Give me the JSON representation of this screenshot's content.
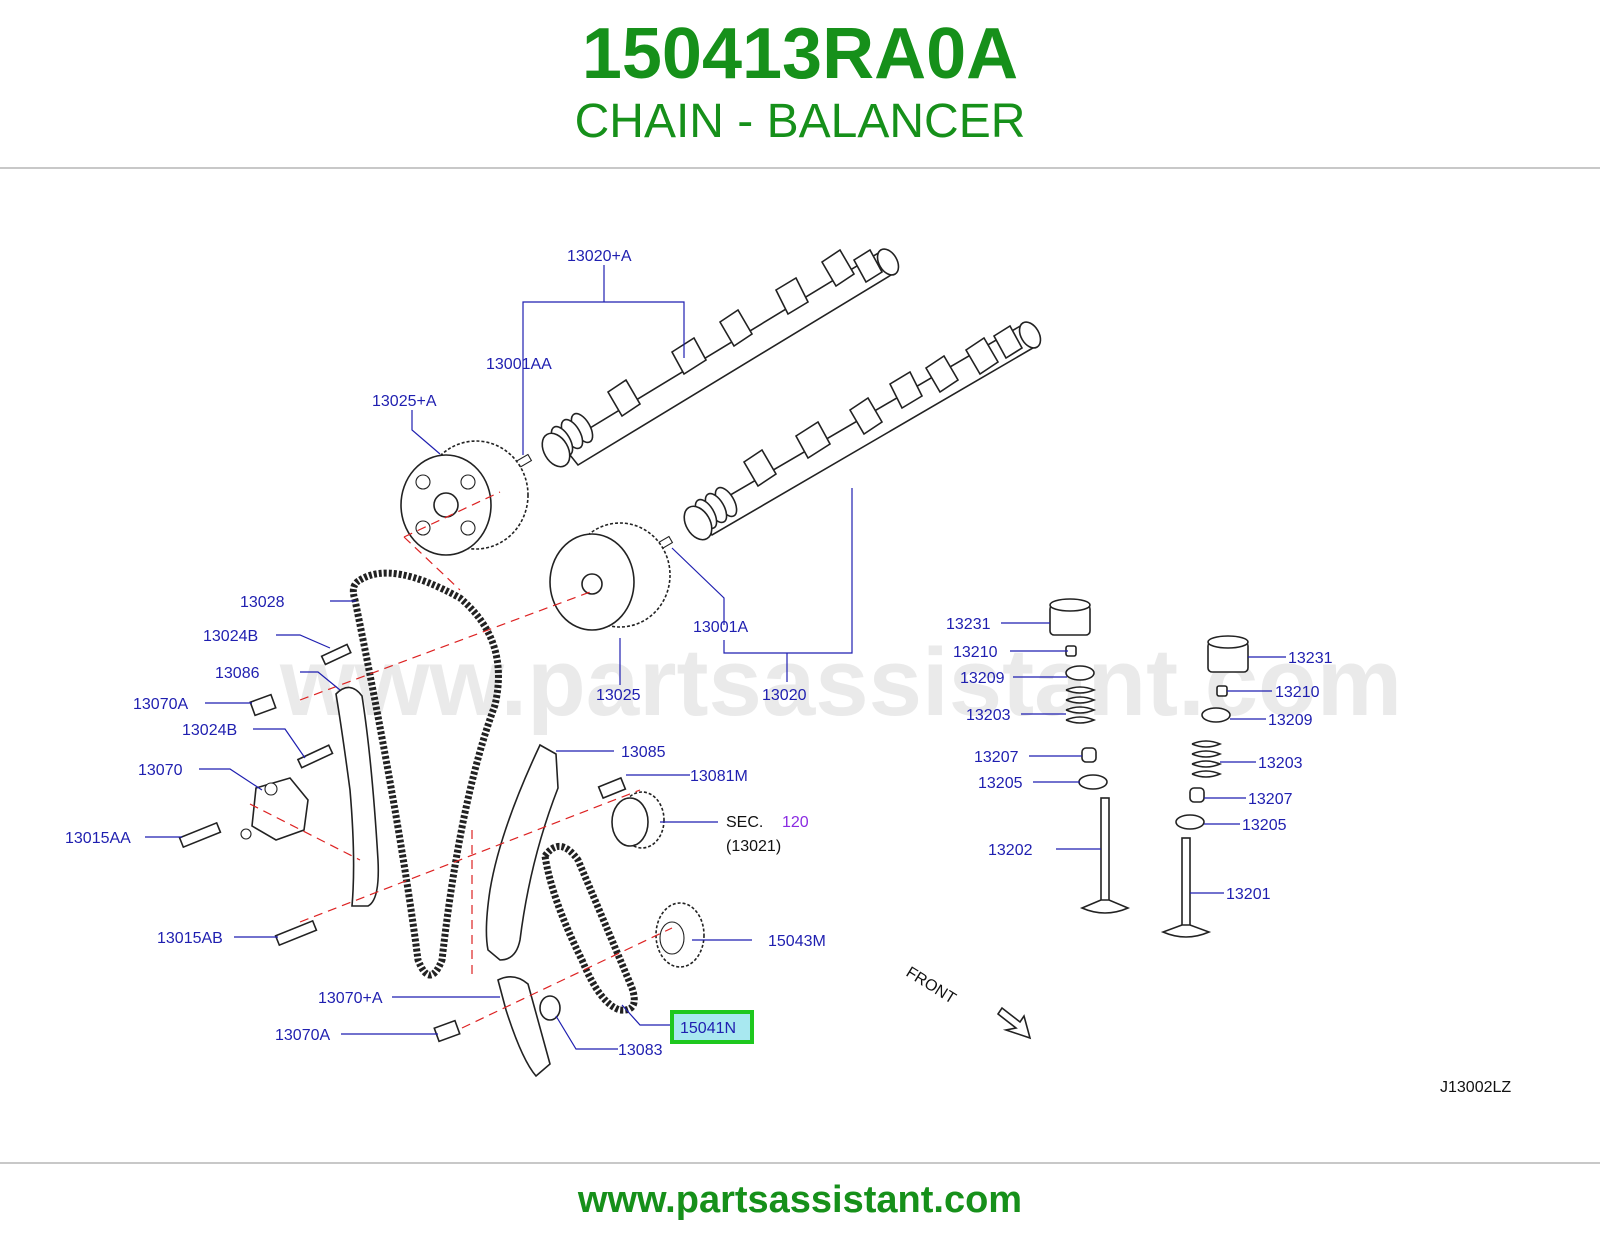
{
  "header": {
    "part_number": "150413RA0A",
    "part_name": "CHAIN - BALANCER"
  },
  "watermark": "www.partsassistant.com",
  "footer": {
    "url": "www.partsassistant.com"
  },
  "diagram": {
    "code": "J13002LZ",
    "front_label": "FRONT",
    "highlight_color": "#1ec81e",
    "label_color": "#1f1fb0",
    "highlighted_part": "15041N",
    "sec_ref": {
      "prefix": "SEC.",
      "number": "120",
      "sub": "(13021)"
    },
    "labels": {
      "p13020A": "13020+A",
      "p13001AA": "13001AA",
      "p13025A": "13025+A",
      "p13028": "13028",
      "p13024B_1": "13024B",
      "p13086": "13086",
      "p13070A_1": "13070A",
      "p13024B_2": "13024B",
      "p13070": "13070",
      "p13015AA": "13015AA",
      "p13015AB": "13015AB",
      "p13070plusA": "13070+A",
      "p13070A_2": "13070A",
      "p13083": "13083",
      "p15041N": "15041N",
      "p15043M": "15043M",
      "p13085": "13085",
      "p13081M": "13081M",
      "p13025": "13025",
      "p13020": "13020",
      "p13001A": "13001A",
      "p13231_1": "13231",
      "p13210_1": "13210",
      "p13209_1": "13209",
      "p13203_1": "13203",
      "p13207_1": "13207",
      "p13205_1": "13205",
      "p13202": "13202",
      "p13231_2": "13231",
      "p13210_2": "13210",
      "p13209_2": "13209",
      "p13203_2": "13203",
      "p13207_2": "13207",
      "p13205_2": "13205",
      "p13201": "13201"
    }
  }
}
